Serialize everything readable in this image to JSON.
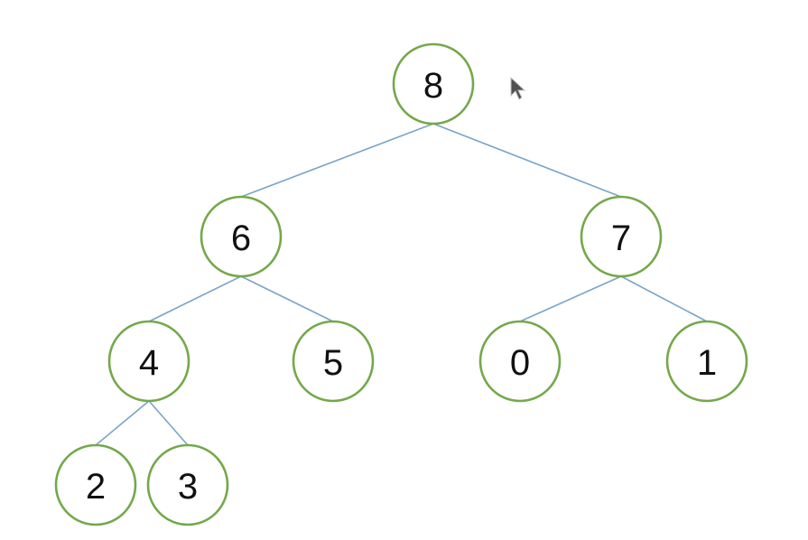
{
  "tree": {
    "nodes": [
      {
        "id": "n8",
        "label": "8"
      },
      {
        "id": "n6",
        "label": "6",
        "parent": "n8"
      },
      {
        "id": "n7",
        "label": "7",
        "parent": "n8"
      },
      {
        "id": "n4",
        "label": "4",
        "parent": "n6"
      },
      {
        "id": "n5",
        "label": "5",
        "parent": "n6"
      },
      {
        "id": "n0",
        "label": "0",
        "parent": "n7"
      },
      {
        "id": "n1",
        "label": "1",
        "parent": "n7"
      },
      {
        "id": "n2",
        "label": "2",
        "parent": "n4"
      },
      {
        "id": "n3",
        "label": "3",
        "parent": "n4"
      }
    ]
  },
  "colors": {
    "node_stroke": "#74a84a",
    "edge": "#7ba3c8"
  }
}
